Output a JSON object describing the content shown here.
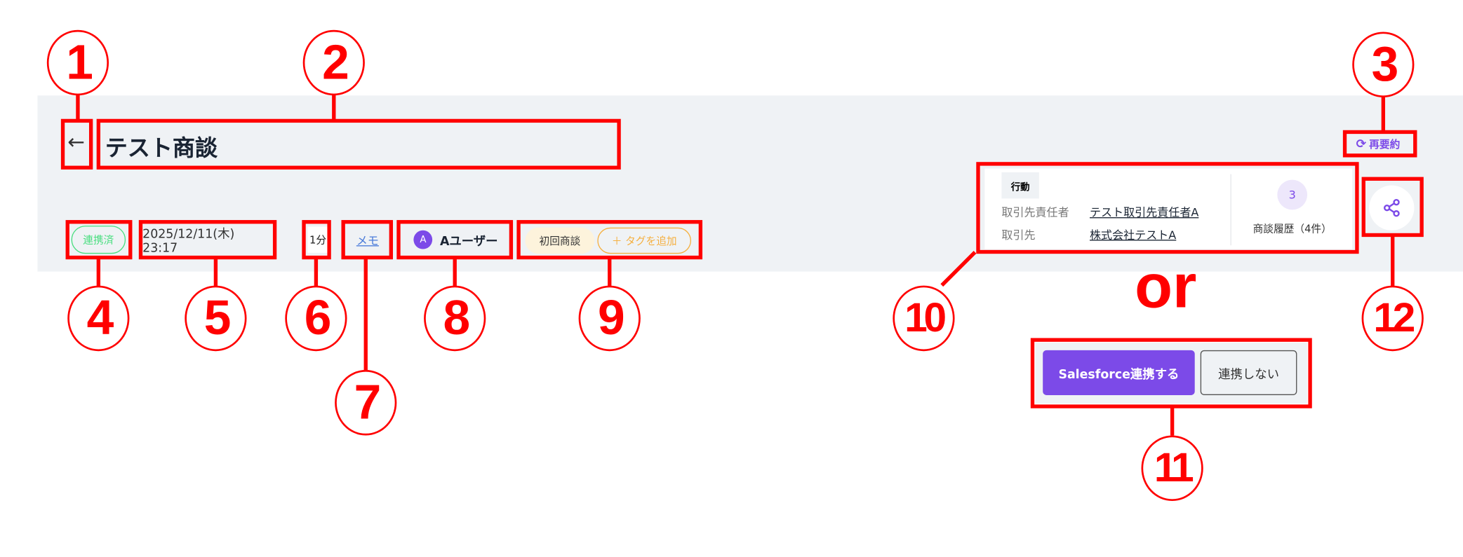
{
  "header": {
    "back_icon": "arrow-left-icon",
    "title": "テスト商談",
    "resummarize_label": "再要約",
    "resummarize_icon": "refresh-icon"
  },
  "meta": {
    "status_badge": "連携済",
    "datetime": "2025/12/11(木) 23:17",
    "duration": "1分",
    "memo_link": "メモ",
    "user_avatar": "A",
    "user_name": "Aユーザー",
    "tag": "初回商談",
    "add_tag_label": "＋ タグを追加"
  },
  "crm_card": {
    "action_label": "行動",
    "rows": [
      {
        "label": "取引先責任者",
        "value": "テスト取引先責任者A"
      },
      {
        "label": "取引先",
        "value": "株式会社テストA"
      }
    ],
    "history_count": "3",
    "history_label": "商談履歴（4件）"
  },
  "sync_buttons": {
    "sync_label": "Salesforce連携する",
    "no_sync_label": "連携しない"
  },
  "share_icon": "share-icon",
  "annotations": {
    "numbers": [
      "1",
      "2",
      "3",
      "4",
      "5",
      "6",
      "7",
      "8",
      "9",
      "10",
      "11",
      "12"
    ],
    "or_text": "or"
  },
  "colors": {
    "accent": "#7c4ae8",
    "annotation": "#ff0000",
    "synced": "#4ade80",
    "tag_bg": "#fdf3dc",
    "add_tag": "#f5b041"
  }
}
